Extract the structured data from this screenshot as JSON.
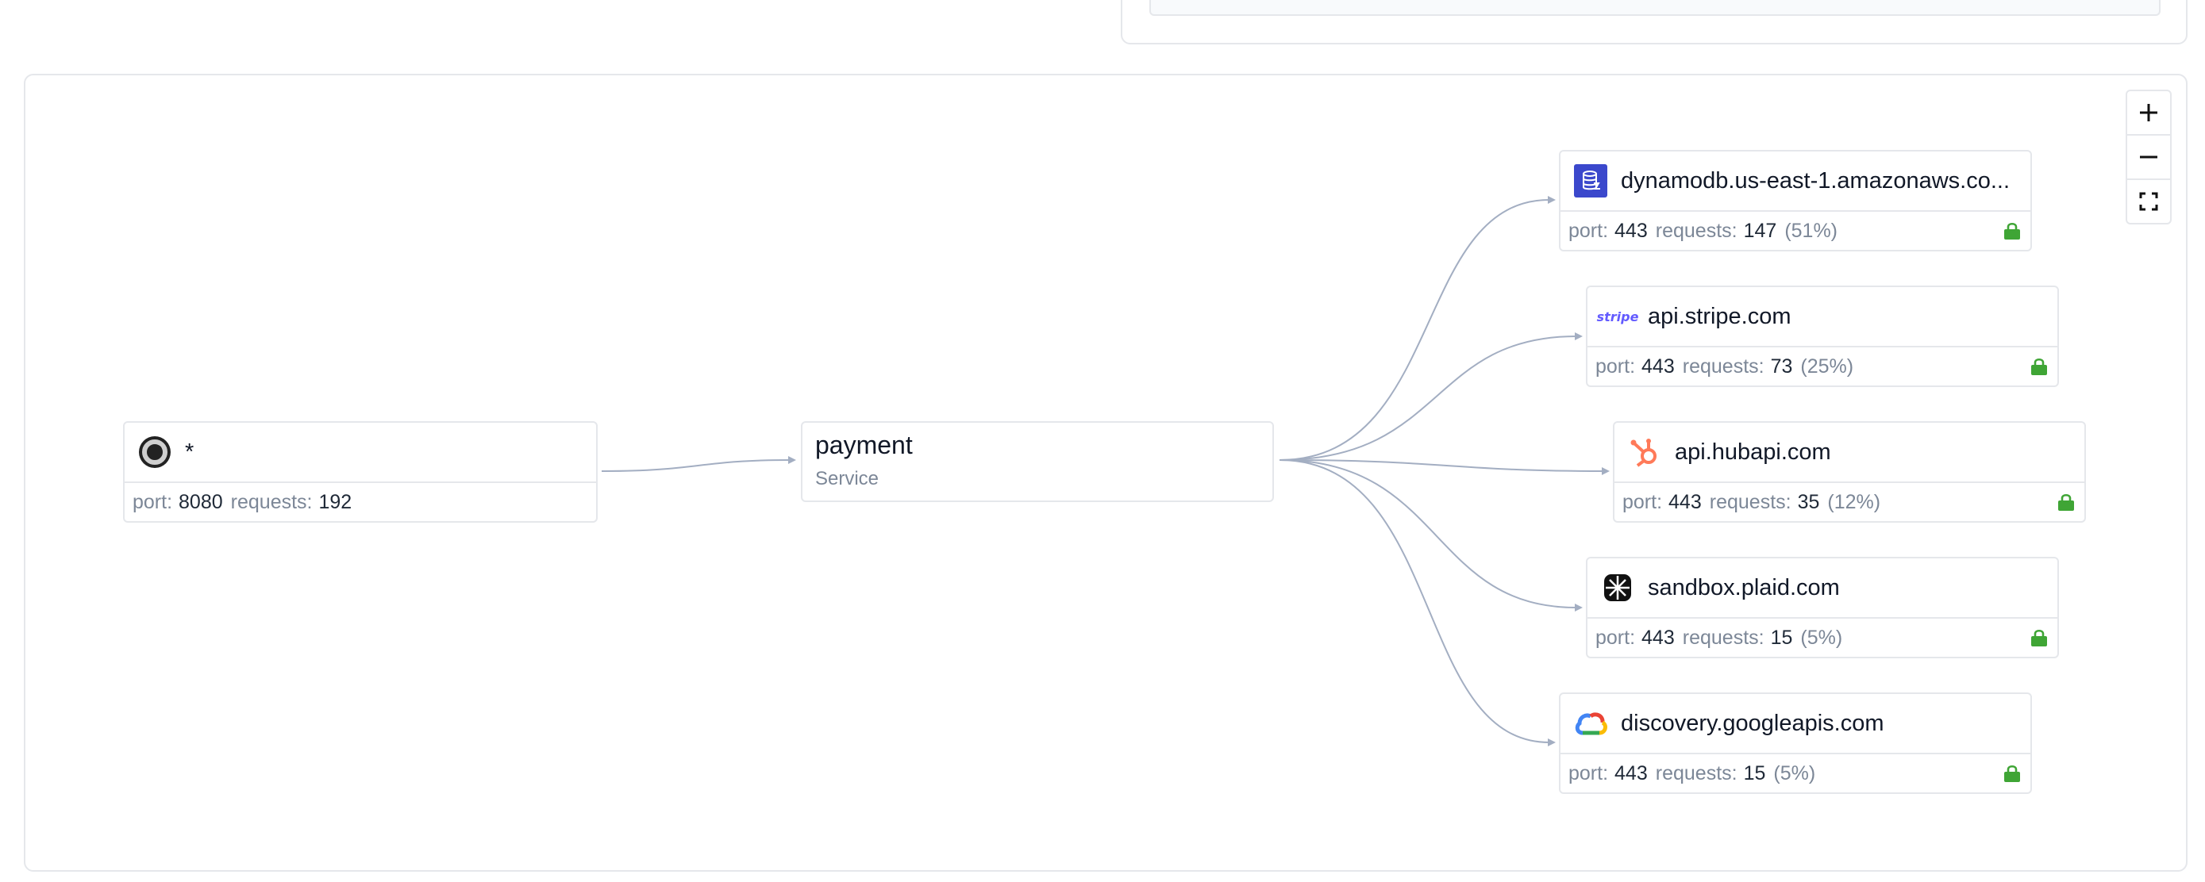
{
  "source_node": {
    "name": "*",
    "port_label": "port:",
    "port": "8080",
    "requests_label": "requests:",
    "requests": "192"
  },
  "service_node": {
    "name": "payment",
    "type": "Service"
  },
  "destinations": [
    {
      "name": "dynamodb.us-east-1.amazonaws.co...",
      "port_label": "port:",
      "port": "443",
      "requests_label": "requests:",
      "requests": "147",
      "percent": "(51%)",
      "logo": "aws-dynamodb-icon",
      "secure": true
    },
    {
      "name": "api.stripe.com",
      "port_label": "port:",
      "port": "443",
      "requests_label": "requests:",
      "requests": "73",
      "percent": "(25%)",
      "logo": "stripe-logo",
      "logo_text": "stripe",
      "secure": true
    },
    {
      "name": "api.hubapi.com",
      "port_label": "port:",
      "port": "443",
      "requests_label": "requests:",
      "requests": "35",
      "percent": "(12%)",
      "logo": "hubspot-logo",
      "secure": true
    },
    {
      "name": "sandbox.plaid.com",
      "port_label": "port:",
      "port": "443",
      "requests_label": "requests:",
      "requests": "15",
      "percent": "(5%)",
      "logo": "plaid-logo",
      "secure": true
    },
    {
      "name": "discovery.googleapis.com",
      "port_label": "port:",
      "port": "443",
      "requests_label": "requests:",
      "requests": "15",
      "percent": "(5%)",
      "logo": "google-cloud-logo",
      "secure": true
    }
  ],
  "zoom_controls": {
    "zoom_in": "plus-icon",
    "zoom_out": "minus-icon",
    "fit_view": "fullscreen-icon"
  },
  "colors": {
    "edge": "#a3aec2",
    "lock": "#3fa535",
    "border": "#e5e7eb",
    "muted_text": "#7c8797"
  }
}
